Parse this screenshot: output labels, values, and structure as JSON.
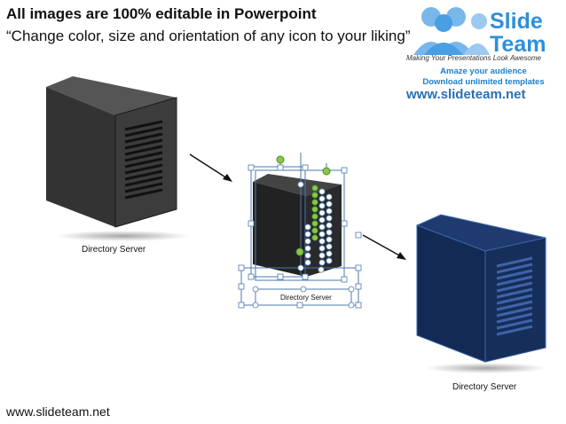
{
  "header": {
    "title": "All images are 100% editable in Powerpoint",
    "subtitle": "“Change color, size and orientation of any icon to your liking”"
  },
  "logo": {
    "brand_line1": "Slide",
    "brand_line2": "Team",
    "tagline": "Making Your Presentations Look Awesome",
    "line1": "Amaze your audience",
    "line2": "Download unlimited templates",
    "url": "www.slideteam.net"
  },
  "servers": [
    {
      "caption": "Directory Server",
      "color": "#3a3a3a"
    },
    {
      "caption": "Directory  Server",
      "color": "#222222"
    },
    {
      "caption": "Directory Server",
      "color": "#142a52"
    }
  ],
  "footer": {
    "url": "www.slideteam.net"
  },
  "colors": {
    "selection_handle": "#4a78b0",
    "rotate_handle": "#88c848",
    "logo_blue": "#2f8fd8"
  }
}
